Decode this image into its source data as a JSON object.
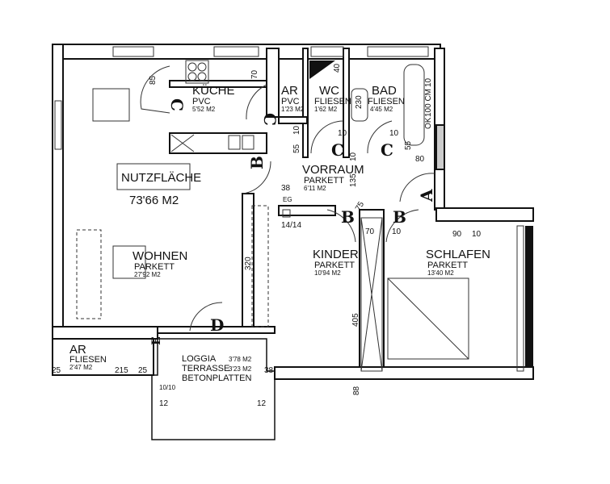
{
  "plan": {
    "total_label": "NUTZFLÄCHE",
    "total_area": "73'66 M2",
    "rooms": [
      {
        "name": "KÜCHE",
        "floor": "PVC",
        "area": "5'52 M2"
      },
      {
        "name": "AR",
        "floor": "PVC",
        "area": "1'23 M2"
      },
      {
        "name": "WC",
        "floor": "FLIESEN",
        "area": "1'62 M2"
      },
      {
        "name": "BAD",
        "floor": "FLIESEN",
        "area": "4'45 M2"
      },
      {
        "name": "VORRAUM",
        "floor": "PARKETT",
        "area": "6'11 M2"
      },
      {
        "name": "WOHNEN",
        "floor": "PARKETT",
        "area": "27'92 M2"
      },
      {
        "name": "KINDER",
        "floor": "PARKETT",
        "area": "10'94 M2"
      },
      {
        "name": "SCHLAFEN",
        "floor": "PARKETT",
        "area": "13'40 M2"
      },
      {
        "name": "AR",
        "floor": "FLIESEN",
        "area": "2'47 M2"
      }
    ],
    "loggia": {
      "l1": "LOGGIA",
      "a1": "3'78 M2",
      "l2": "TERRASSE",
      "a2": "3'23 M2",
      "l3": "BETONPLATTEN"
    },
    "doors": [
      "C",
      "C",
      "B",
      "C",
      "C",
      "A",
      "B",
      "B",
      "D",
      "E"
    ],
    "dimensions": [
      "85",
      "70",
      "40",
      "230",
      "10",
      "100 CM",
      "OK",
      "10",
      "55",
      "10",
      "10",
      "55",
      "80",
      "10",
      "135",
      "75",
      "38",
      "EG",
      "14/14",
      "70",
      "10",
      "90",
      "10",
      "320",
      "405",
      "25",
      "215",
      "25",
      "38",
      "10/10",
      "12",
      "12",
      "88",
      "10"
    ]
  }
}
